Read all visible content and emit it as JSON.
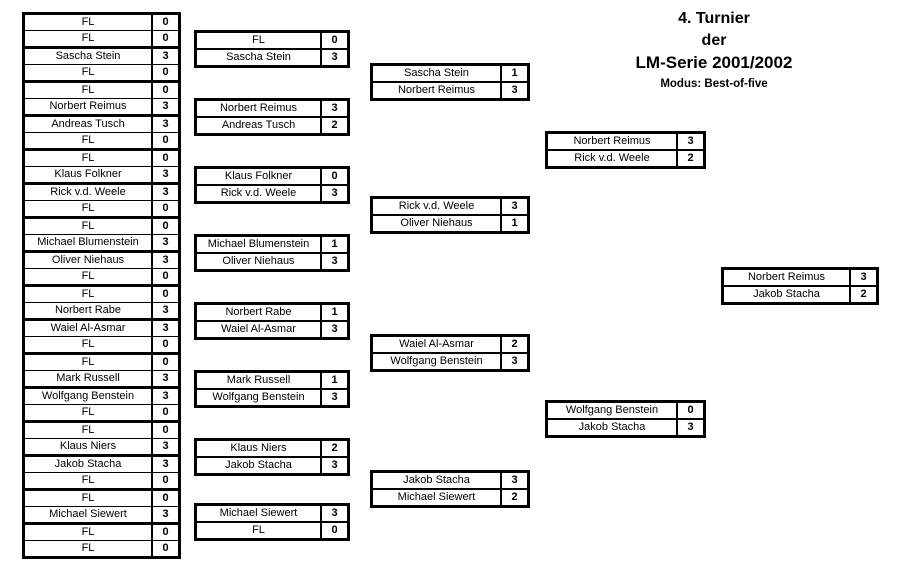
{
  "page": {
    "background": "#ffffff",
    "border_color": "#000000",
    "text_color": "#000000"
  },
  "header": {
    "title_line1": "4. Turnier",
    "title_line2": "der",
    "title_line3": "LM-Serie 2001/2002",
    "modus": "Modus: Best-of-five"
  },
  "bracket": {
    "round1": {
      "rows": [
        {
          "name": "FL",
          "score": "0"
        },
        {
          "name": "FL",
          "score": "0"
        },
        {
          "name": "Sascha Stein",
          "score": "3"
        },
        {
          "name": "FL",
          "score": "0"
        },
        {
          "name": "FL",
          "score": "0"
        },
        {
          "name": "Norbert Reimus",
          "score": "3"
        },
        {
          "name": "Andreas Tusch",
          "score": "3"
        },
        {
          "name": "FL",
          "score": "0"
        },
        {
          "name": "FL",
          "score": "0"
        },
        {
          "name": "Klaus Folkner",
          "score": "3"
        },
        {
          "name": "Rick v.d. Weele",
          "score": "3"
        },
        {
          "name": "FL",
          "score": "0"
        },
        {
          "name": "FL",
          "score": "0"
        },
        {
          "name": "Michael Blumenstein",
          "score": "3"
        },
        {
          "name": "Oliver Niehaus",
          "score": "3"
        },
        {
          "name": "FL",
          "score": "0"
        },
        {
          "name": "FL",
          "score": "0"
        },
        {
          "name": "Norbert Rabe",
          "score": "3"
        },
        {
          "name": "Waiel Al-Asmar",
          "score": "3"
        },
        {
          "name": "FL",
          "score": "0"
        },
        {
          "name": "FL",
          "score": "0"
        },
        {
          "name": "Mark Russell",
          "score": "3"
        },
        {
          "name": "Wolfgang Benstein",
          "score": "3"
        },
        {
          "name": "FL",
          "score": "0"
        },
        {
          "name": "FL",
          "score": "0"
        },
        {
          "name": "Klaus Niers",
          "score": "3"
        },
        {
          "name": "Jakob Stacha",
          "score": "3"
        },
        {
          "name": "FL",
          "score": "0"
        },
        {
          "name": "FL",
          "score": "0"
        },
        {
          "name": "Michael Siewert",
          "score": "3"
        },
        {
          "name": "FL",
          "score": "0"
        },
        {
          "name": "FL",
          "score": "0"
        }
      ]
    },
    "round2": {
      "matches": [
        {
          "p1": {
            "name": "FL",
            "score": "0"
          },
          "p2": {
            "name": "Sascha Stein",
            "score": "3"
          }
        },
        {
          "p1": {
            "name": "Norbert Reimus",
            "score": "3"
          },
          "p2": {
            "name": "Andreas Tusch",
            "score": "2"
          }
        },
        {
          "p1": {
            "name": "Klaus Folkner",
            "score": "0"
          },
          "p2": {
            "name": "Rick v.d. Weele",
            "score": "3"
          }
        },
        {
          "p1": {
            "name": "Michael Blumenstein",
            "score": "1"
          },
          "p2": {
            "name": "Oliver Niehaus",
            "score": "3"
          }
        },
        {
          "p1": {
            "name": "Norbert Rabe",
            "score": "1"
          },
          "p2": {
            "name": "Waiel Al-Asmar",
            "score": "3"
          }
        },
        {
          "p1": {
            "name": "Mark Russell",
            "score": "1"
          },
          "p2": {
            "name": "Wolfgang Benstein",
            "score": "3"
          }
        },
        {
          "p1": {
            "name": "Klaus Niers",
            "score": "2"
          },
          "p2": {
            "name": "Jakob Stacha",
            "score": "3"
          }
        },
        {
          "p1": {
            "name": "Michael Siewert",
            "score": "3"
          },
          "p2": {
            "name": "FL",
            "score": "0"
          }
        }
      ]
    },
    "quarterfinals": {
      "matches": [
        {
          "p1": {
            "name": "Sascha Stein",
            "score": "1"
          },
          "p2": {
            "name": "Norbert Reimus",
            "score": "3"
          }
        },
        {
          "p1": {
            "name": "Rick v.d. Weele",
            "score": "3"
          },
          "p2": {
            "name": "Oliver Niehaus",
            "score": "1"
          }
        },
        {
          "p1": {
            "name": "Waiel Al-Asmar",
            "score": "2"
          },
          "p2": {
            "name": "Wolfgang Benstein",
            "score": "3"
          }
        },
        {
          "p1": {
            "name": "Jakob Stacha",
            "score": "3"
          },
          "p2": {
            "name": "Michael Siewert",
            "score": "2"
          }
        }
      ]
    },
    "semifinals": {
      "matches": [
        {
          "p1": {
            "name": "Norbert Reimus",
            "score": "3"
          },
          "p2": {
            "name": "Rick v.d. Weele",
            "score": "2"
          }
        },
        {
          "p1": {
            "name": "Wolfgang Benstein",
            "score": "0"
          },
          "p2": {
            "name": "Jakob Stacha",
            "score": "3"
          }
        }
      ]
    },
    "final": {
      "matches": [
        {
          "p1": {
            "name": "Norbert Reimus",
            "score": "3"
          },
          "p2": {
            "name": "Jakob Stacha",
            "score": "2"
          }
        }
      ]
    }
  }
}
